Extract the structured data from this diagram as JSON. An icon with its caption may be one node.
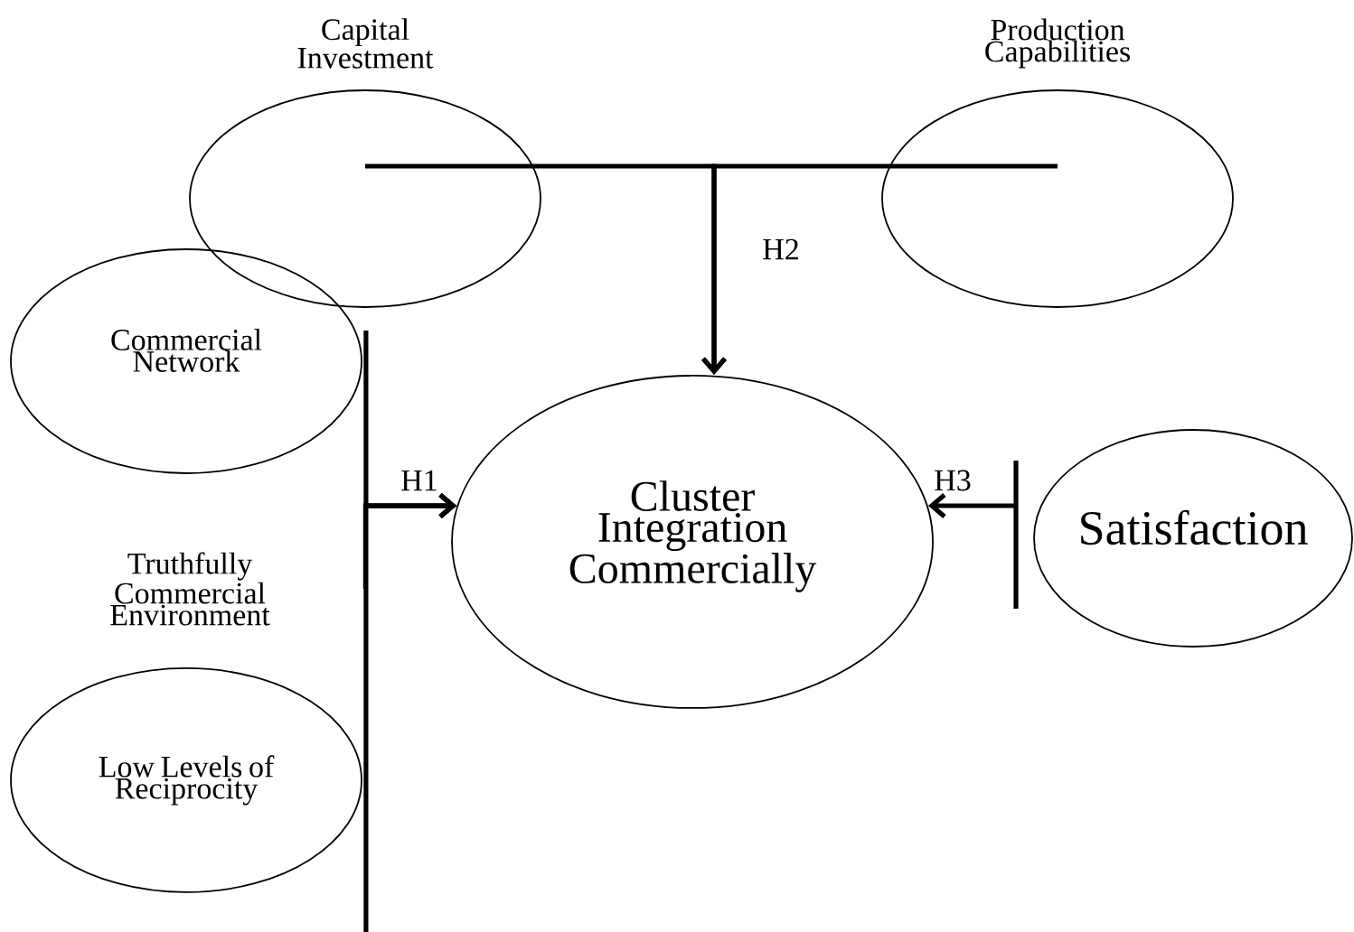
{
  "diagram": {
    "nodes": [
      {
        "text": [
          "Capital Investment"
        ]
      },
      {
        "text": [
          "Production Capabilities"
        ]
      },
      {
        "text": [
          "Commercial Network"
        ]
      },
      {
        "text": [
          "Truthfully Commercial Environment"
        ]
      },
      {
        "text": [
          "Low Levels of Reciprocity"
        ]
      },
      {
        "text": [
          "Cluster Integration Commercially"
        ]
      },
      {
        "text": [
          "Satisfaction"
        ]
      }
    ],
    "edges": [
      {
        "from": 0,
        "to": 5,
        "arrow": "to",
        "label": "H2"
      },
      {
        "from": 1,
        "to": 5,
        "arrow": "to"
      },
      {
        "from": 2,
        "to": 5,
        "arrow": "to",
        "label": "H1"
      },
      {
        "from": 3,
        "to": 5,
        "arrow": "to"
      },
      {
        "from": 4,
        "to": 5,
        "arrow": "to"
      },
      {
        "from": 6,
        "to": 5,
        "arrow": "to",
        "label": "H3"
      }
    ]
  }
}
